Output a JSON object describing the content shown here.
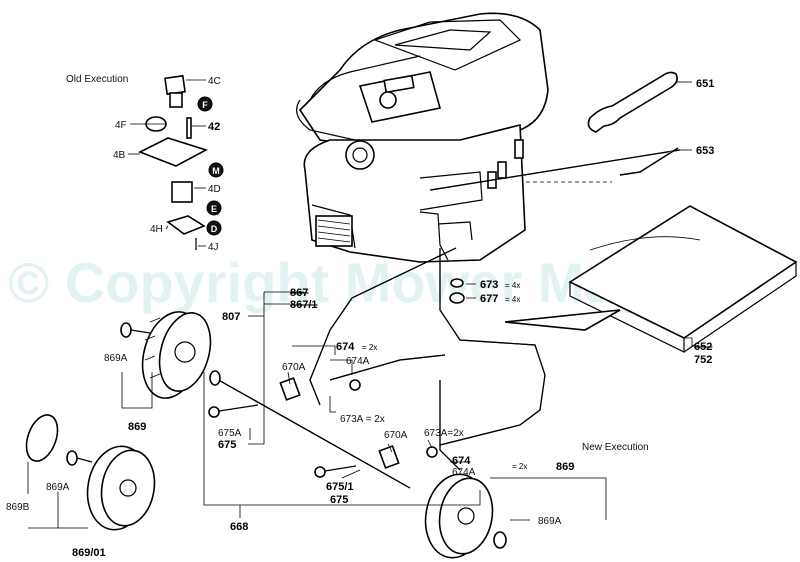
{
  "watermark": "© Copyright Mower Magic",
  "sections": {
    "old_execution": "Old Execution",
    "new_execution": "New Execution"
  },
  "labels": {
    "l4C": "4C",
    "l4F": "4F",
    "l4B": "4B",
    "l4D": "4D",
    "l4H": "4H",
    "l4J": "4J",
    "l42": "42",
    "bF": "F",
    "bM": "M",
    "bE": "E",
    "bD": "D",
    "p651": "651",
    "p653": "653",
    "p673": "673",
    "p673_qty": "= 4x",
    "p677": "677",
    "p677_qty": "= 4x",
    "p752a": "652",
    "p752": "752",
    "p807": "807",
    "p867a": "867",
    "p867b": "867/1",
    "p674a": "674",
    "p674a_qty": "= 2x",
    "p674A_a": "674A",
    "p670A_a": "670A",
    "p673A_a": "673A = 2x",
    "p869A_a": "869A",
    "p869_a": "869",
    "p675A": "675A",
    "p675": "675",
    "p670A_b": "670A",
    "p673A_b": "673A=2x",
    "p674b": "674",
    "p674A_b": "674A",
    "p674b_qty": "= 2x",
    "p675_1": "675/1",
    "p675b": "675",
    "p668": "668",
    "p869B": "869B",
    "p869A_b": "869A",
    "p869_01": "869/01",
    "p869_b": "869",
    "p869A_c": "869A"
  }
}
